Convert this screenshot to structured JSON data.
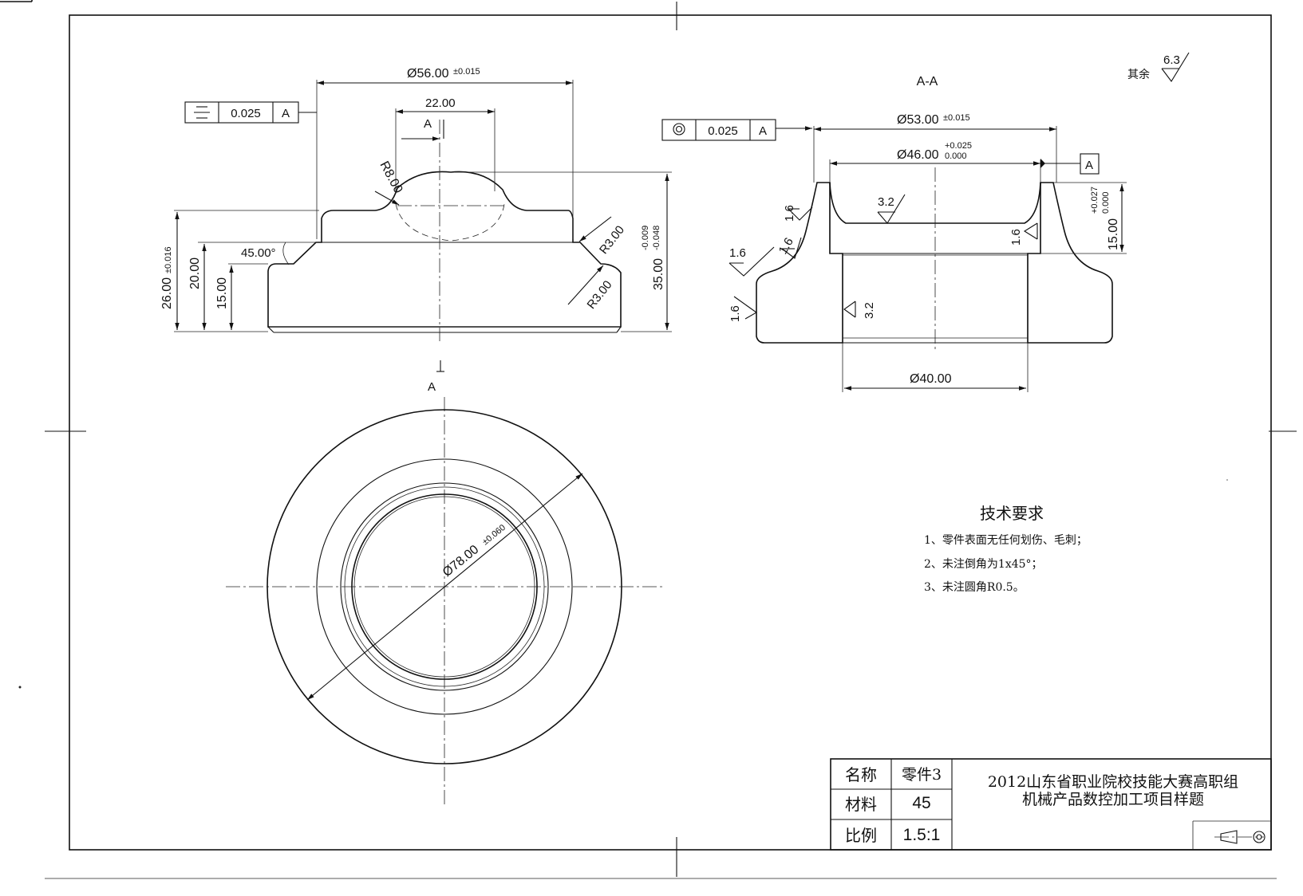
{
  "front_view": {
    "dim_outer_dia": "Ø56.00",
    "dim_outer_dia_tol": "±0.015",
    "dim_width_22": "22.00",
    "gtol_symmetry": {
      "tolerance": "0.025",
      "datum": "A"
    },
    "section_mark_top": "A",
    "section_mark_bottom": "A",
    "radius_r8": "R8.00",
    "angle_45": "45.00°",
    "radius_r3_upper": "R3.00",
    "radius_r3_lower": "R3.00",
    "dim_height_26": "26.00",
    "dim_height_26_tol": "±0.016",
    "dim_height_20": "20.00",
    "dim_height_15": "15.00",
    "dim_height_35": "35.00",
    "dim_height_35_tol_upper": "-0.009",
    "dim_height_35_tol_lower": "-0.048"
  },
  "section_view": {
    "title": "A-A",
    "gtol_concentricity": {
      "tolerance": "0.025",
      "datum": "A"
    },
    "dim_dia_53": "Ø53.00",
    "dim_dia_53_tol": "±0.015",
    "dim_dia_46": "Ø46.00",
    "dim_dia_46_tol_upper": "+0.025",
    "dim_dia_46_tol_lower": "0.000",
    "datum_a": "A",
    "dim_height_15": "15.00",
    "dim_height_15_tol_upper": "+0.027",
    "dim_height_15_tol_lower": "0.000",
    "dim_dia_40": "Ø40.00",
    "roughness": [
      "1.6",
      "1.6",
      "1.6",
      "1.6",
      "1.6",
      "3.2",
      "3.2"
    ]
  },
  "general_roughness": {
    "label": "其余",
    "value": "6.3"
  },
  "bottom_view": {
    "dim_dia_78": "Ø78.00",
    "dim_dia_78_tol": "±0.060"
  },
  "tech_requirements": {
    "title": "技术要求",
    "items": [
      "1、零件表面无任何划伤、毛刺；",
      "2、未注倒角为1x45°；",
      "3、未注圆角R0.5。"
    ]
  },
  "title_block": {
    "name_label": "名称",
    "name_value": "零件3",
    "material_label": "材料",
    "material_value": "45",
    "scale_label": "比例",
    "scale_value": "1.5:1",
    "title_line1": "2012山东省职业院校技能大赛高职组",
    "title_line2": "机械产品数控加工项目样题"
  }
}
